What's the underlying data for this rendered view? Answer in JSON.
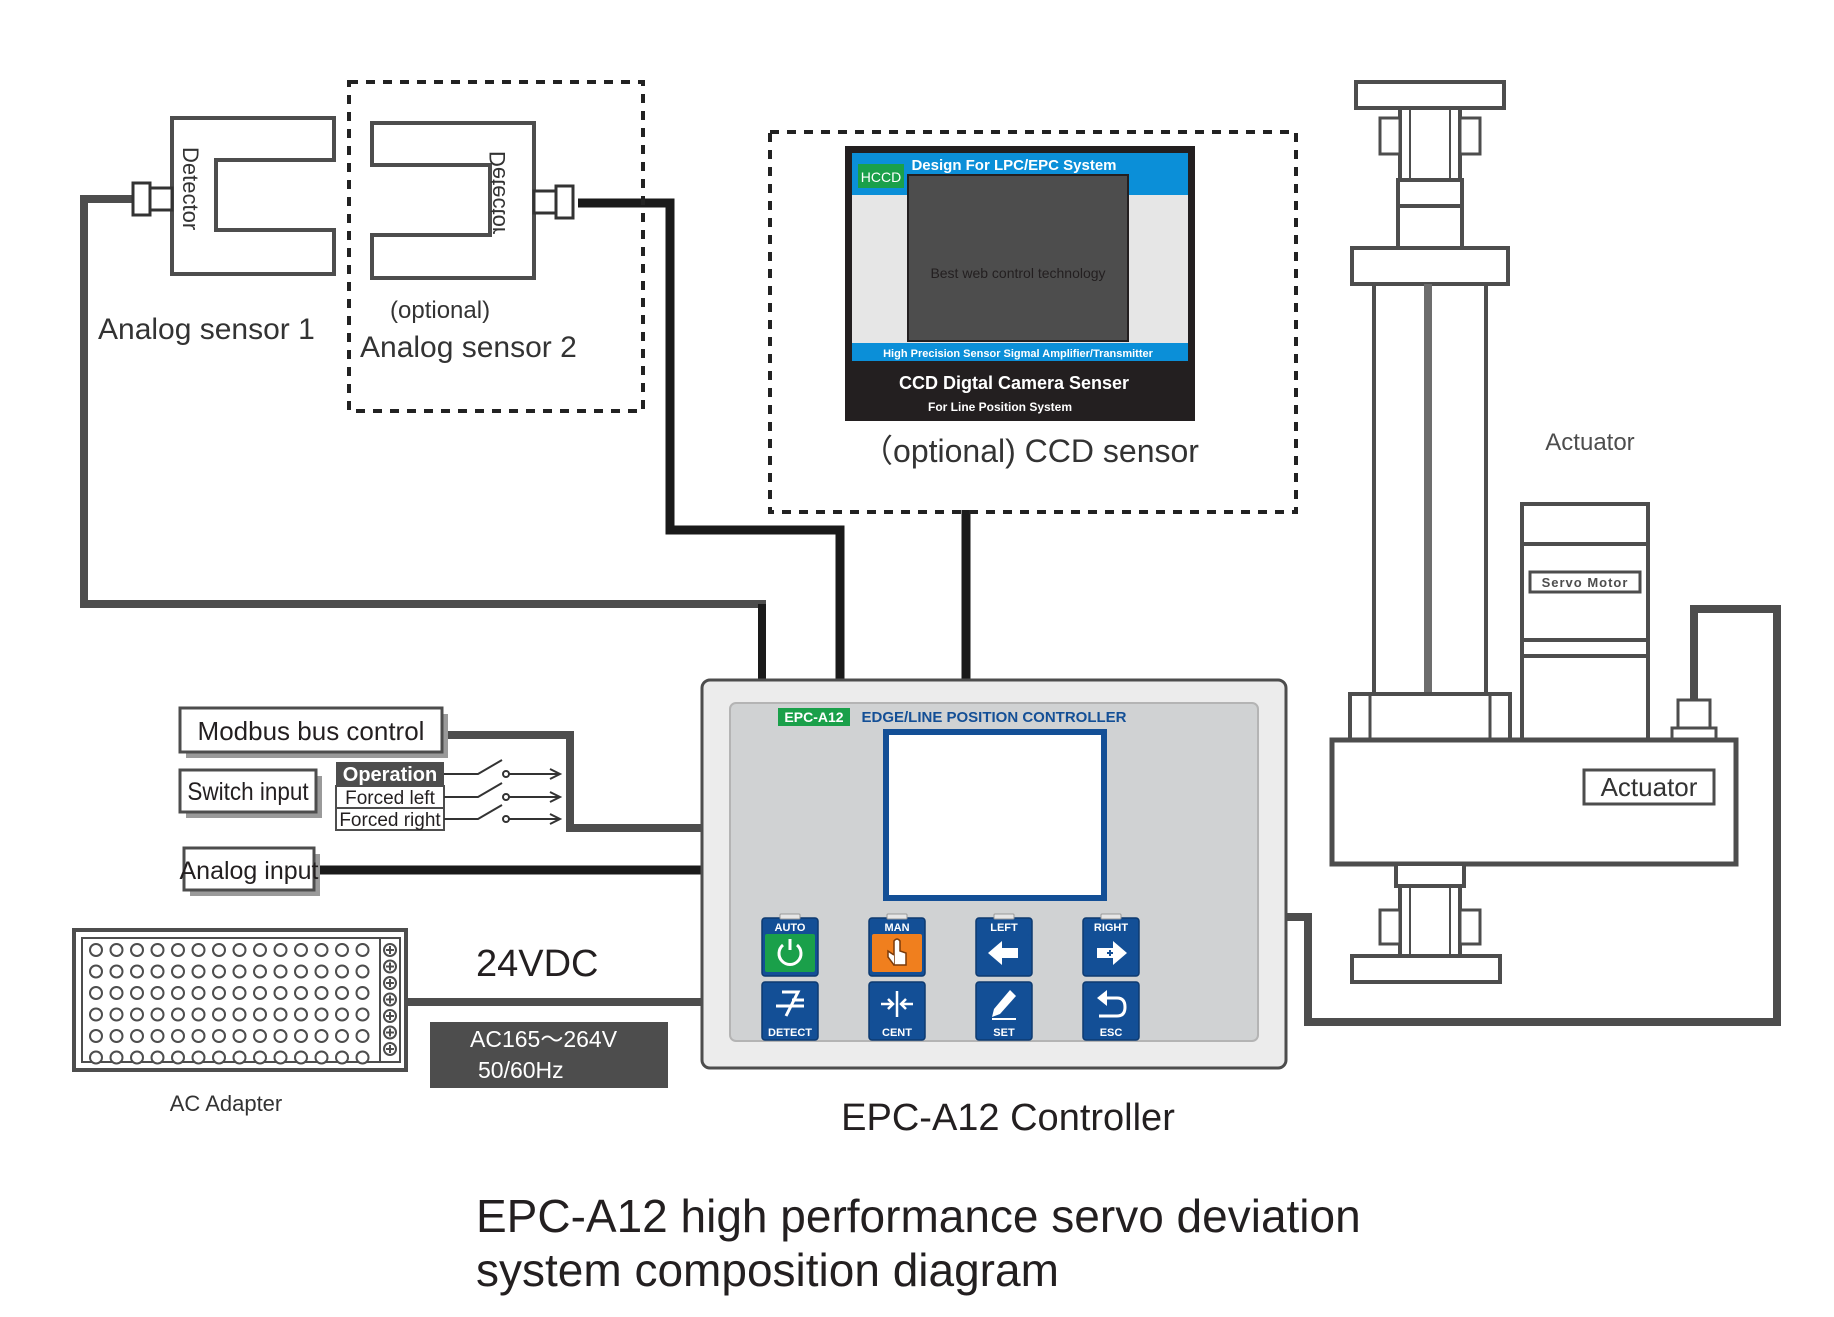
{
  "sensors": {
    "sensor1_label": "Analog  sensor 1",
    "sensor2_optional": "(optional)",
    "sensor2_label": "Analog  sensor 2",
    "detector_text": "Detector"
  },
  "ccd": {
    "badge": "HCCD",
    "header": "Design For LPC/EPC System",
    "screen_text": "Best web control technology",
    "band_text": "High Precision Sensor Sigmal Amplifier/Transmitter",
    "title": "CCD Digtal Camera Senser",
    "subtitle": "For Line Position System",
    "caption": "（optional) CCD sensor"
  },
  "inputs": {
    "modbus": "Modbus bus control",
    "switch": "Switch input",
    "operation_header": "Operation",
    "forced_left": "Forced left",
    "forced_right": "Forced right",
    "analog": "Analog input"
  },
  "power": {
    "vdc": "24VDC",
    "ac_line1": "AC165～264V",
    "ac_line2": "50/60Hz",
    "adapter_label": "AC Adapter"
  },
  "controller": {
    "badge": "EPC-A12",
    "title": "EDGE/LINE POSITION CONTROLLER",
    "label": "EPC-A12 Controller",
    "keys_top": [
      {
        "label": "AUTO",
        "icon": "power-circle-icon",
        "color": "#1aa04a"
      },
      {
        "label": "MAN",
        "icon": "hand-pointer-icon",
        "color": "#f07f1e"
      },
      {
        "label": "LEFT",
        "icon": "arrow-left-icon",
        "color": "#134f96"
      },
      {
        "label": "RIGHT",
        "icon": "arrow-right-icon",
        "color": "#134f96"
      }
    ],
    "keys_bottom": [
      {
        "label": "DETECT",
        "icon": "detect-icon",
        "color": "#134f96"
      },
      {
        "label": "CENT",
        "icon": "center-icon",
        "color": "#134f96"
      },
      {
        "label": "SET",
        "icon": "pencil-icon",
        "color": "#134f96"
      },
      {
        "label": "ESC",
        "icon": "return-icon",
        "color": "#134f96"
      }
    ]
  },
  "actuator": {
    "top_label": "Actuator",
    "servo_label": "Servo Motor",
    "box_label": "Actuator"
  },
  "caption": {
    "line1": "EPC-A12 high performance servo deviation",
    "line2": "system composition diagram"
  },
  "colors": {
    "cable": "#1a1a1a",
    "cable_gray": "#4d4d4d",
    "ccd_blue": "#0b8fd8",
    "key_blue": "#134f96",
    "auto_green": "#1aa04a",
    "man_orange": "#f07f1e",
    "badge_green": "#1aa04a"
  }
}
